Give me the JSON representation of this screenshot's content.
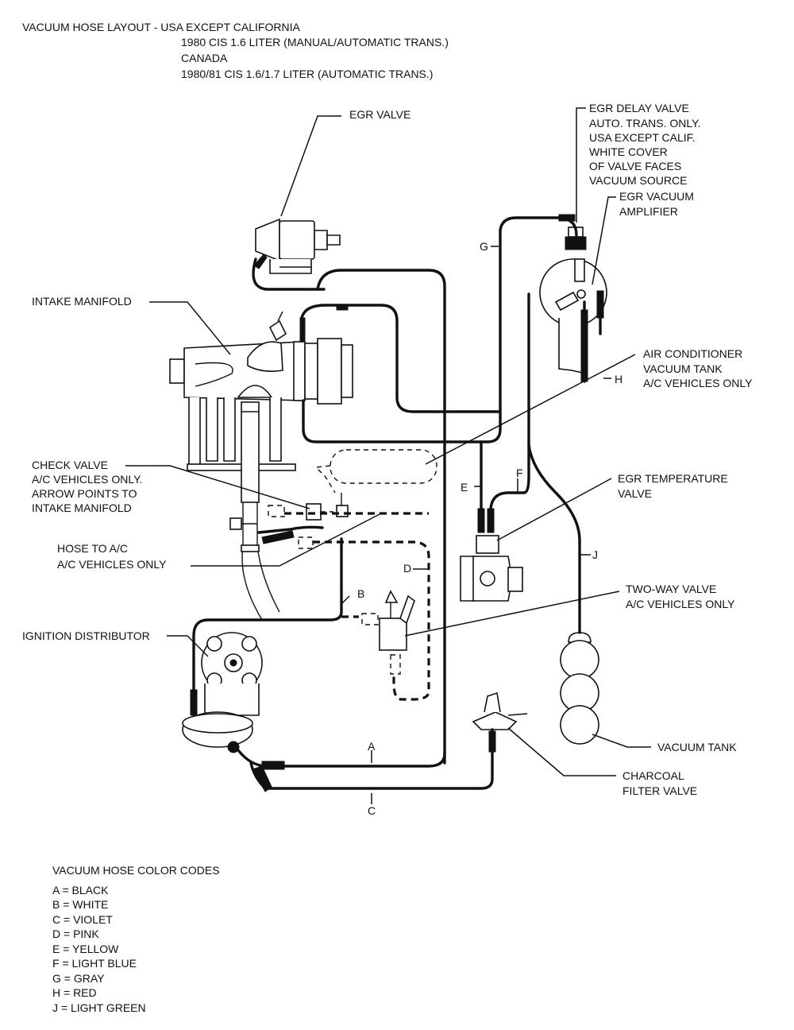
{
  "header": {
    "lead": "VACUUM HOSE LAYOUT - USA EXCEPT CALIFORNIA",
    "line2": "1980 CIS 1.6 LITER (MANUAL/AUTOMATIC TRANS.)",
    "line3": "CANADA",
    "line4": "1980/81 CIS 1.6/1.7 LITER (AUTOMATIC TRANS.)"
  },
  "labels": {
    "egr_valve": "EGR VALVE",
    "egr_delay": [
      "EGR DELAY VALVE",
      "AUTO. TRANS. ONLY.",
      "USA EXCEPT CALIF.",
      "WHITE COVER",
      "OF VALVE FACES",
      "VACUUM SOURCE"
    ],
    "egr_amp": [
      "EGR VACUUM",
      "AMPLIFIER"
    ],
    "intake": "INTAKE MANIFOLD",
    "ac_tank": [
      "AIR CONDITIONER",
      "VACUUM TANK",
      "A/C VEHICLES ONLY"
    ],
    "check_valve": [
      "CHECK VALVE",
      "A/C VEHICLES ONLY.",
      "ARROW POINTS TO",
      "INTAKE MANIFOLD"
    ],
    "egr_temp": [
      "EGR TEMPERATURE",
      "VALVE"
    ],
    "hose_ac": [
      "HOSE TO A/C",
      "A/C VEHICLES ONLY"
    ],
    "two_way": [
      "TWO-WAY VALVE",
      "A/C VEHICLES ONLY"
    ],
    "distributor": "IGNITION DISTRIBUTOR",
    "vacuum_tank": "VACUUM TANK",
    "charcoal": [
      "CHARCOAL",
      "FILTER VALVE"
    ]
  },
  "hose_letters": {
    "A": "A",
    "B": "B",
    "C": "C",
    "D": "D",
    "E": "E",
    "F": "F",
    "G": "G",
    "H": "H",
    "J": "J"
  },
  "legend": {
    "title": "VACUUM HOSE COLOR CODES",
    "items": [
      "A = BLACK",
      "B = WHITE",
      "C = VIOLET",
      "D = PINK",
      "E = YELLOW",
      "F = LIGHT BLUE",
      "G = GRAY",
      "H = RED",
      "J = LIGHT GREEN"
    ]
  }
}
